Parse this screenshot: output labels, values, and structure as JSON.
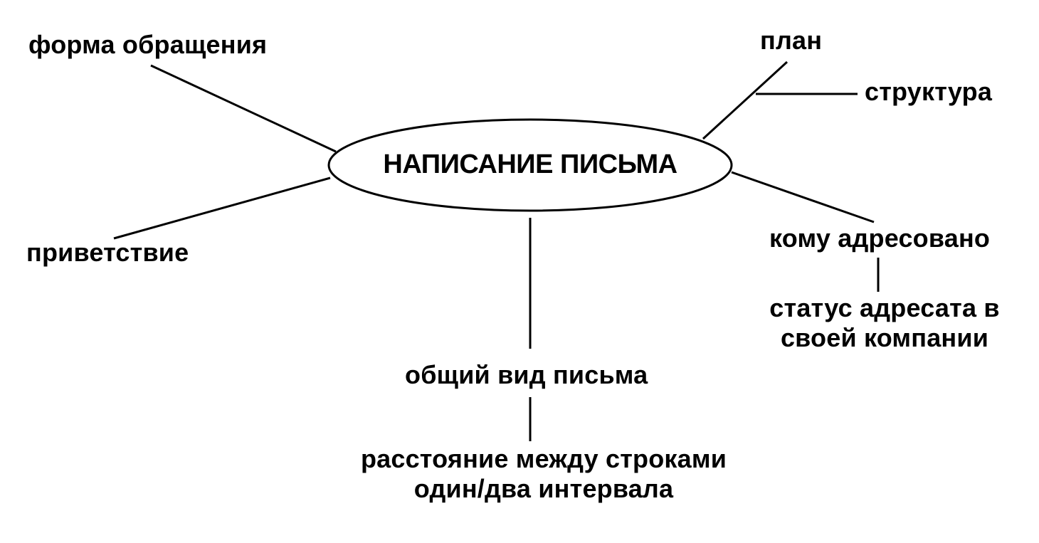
{
  "center": {
    "title": "НАПИСАНИЕ ПИСЬМА"
  },
  "branches": {
    "form": "форма обращения",
    "greeting": "приветствие",
    "plan": "план",
    "structure": "структура",
    "addressee": "кому адресовано",
    "addressee_status_line1": "статус адресата в",
    "addressee_status_line2": "своей компании",
    "appearance": "общий вид письма",
    "spacing_line1": "расстояние между строками",
    "spacing_line2": "один/два интервала"
  },
  "colors": {
    "ink": "#000000",
    "background": "#ffffff"
  }
}
